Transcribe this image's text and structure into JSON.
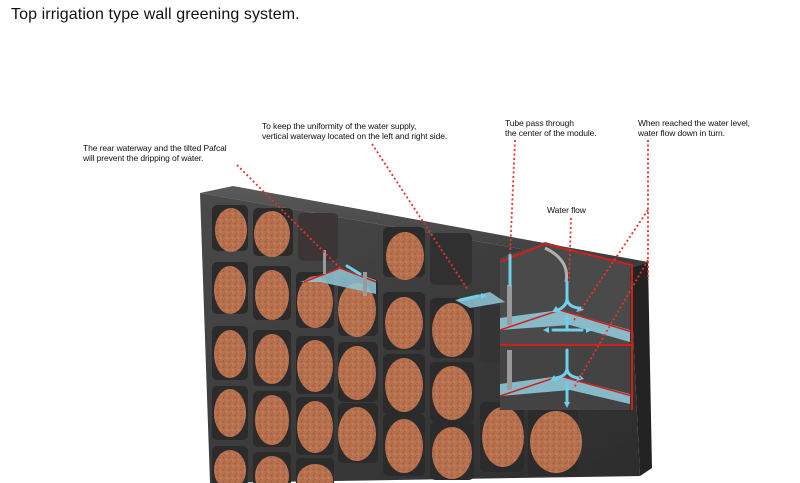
{
  "title": "Top irrigation type wall greening system.",
  "annotations": {
    "rear_waterway": "The rear waterway and the tilted Pafcal\nwill prevent the dripping of water.",
    "uniformity": "To keep the uniformity of the water supply,\nvertical waterway located on the left and right side.",
    "tube_pass": "Tube pass through\nthe center of the module.",
    "water_level": "When reached the water level,\nwater flow down in turn.",
    "water_flow": "Water flow"
  },
  "colors": {
    "frame": "#3c3c3c",
    "frame_dark": "#2a2a2a",
    "soil": "#b9724f",
    "water": "#7ec8dc",
    "leader": "#e8322c",
    "section_outline": "#d0201c"
  },
  "icons": [
    "arrow-icon"
  ]
}
